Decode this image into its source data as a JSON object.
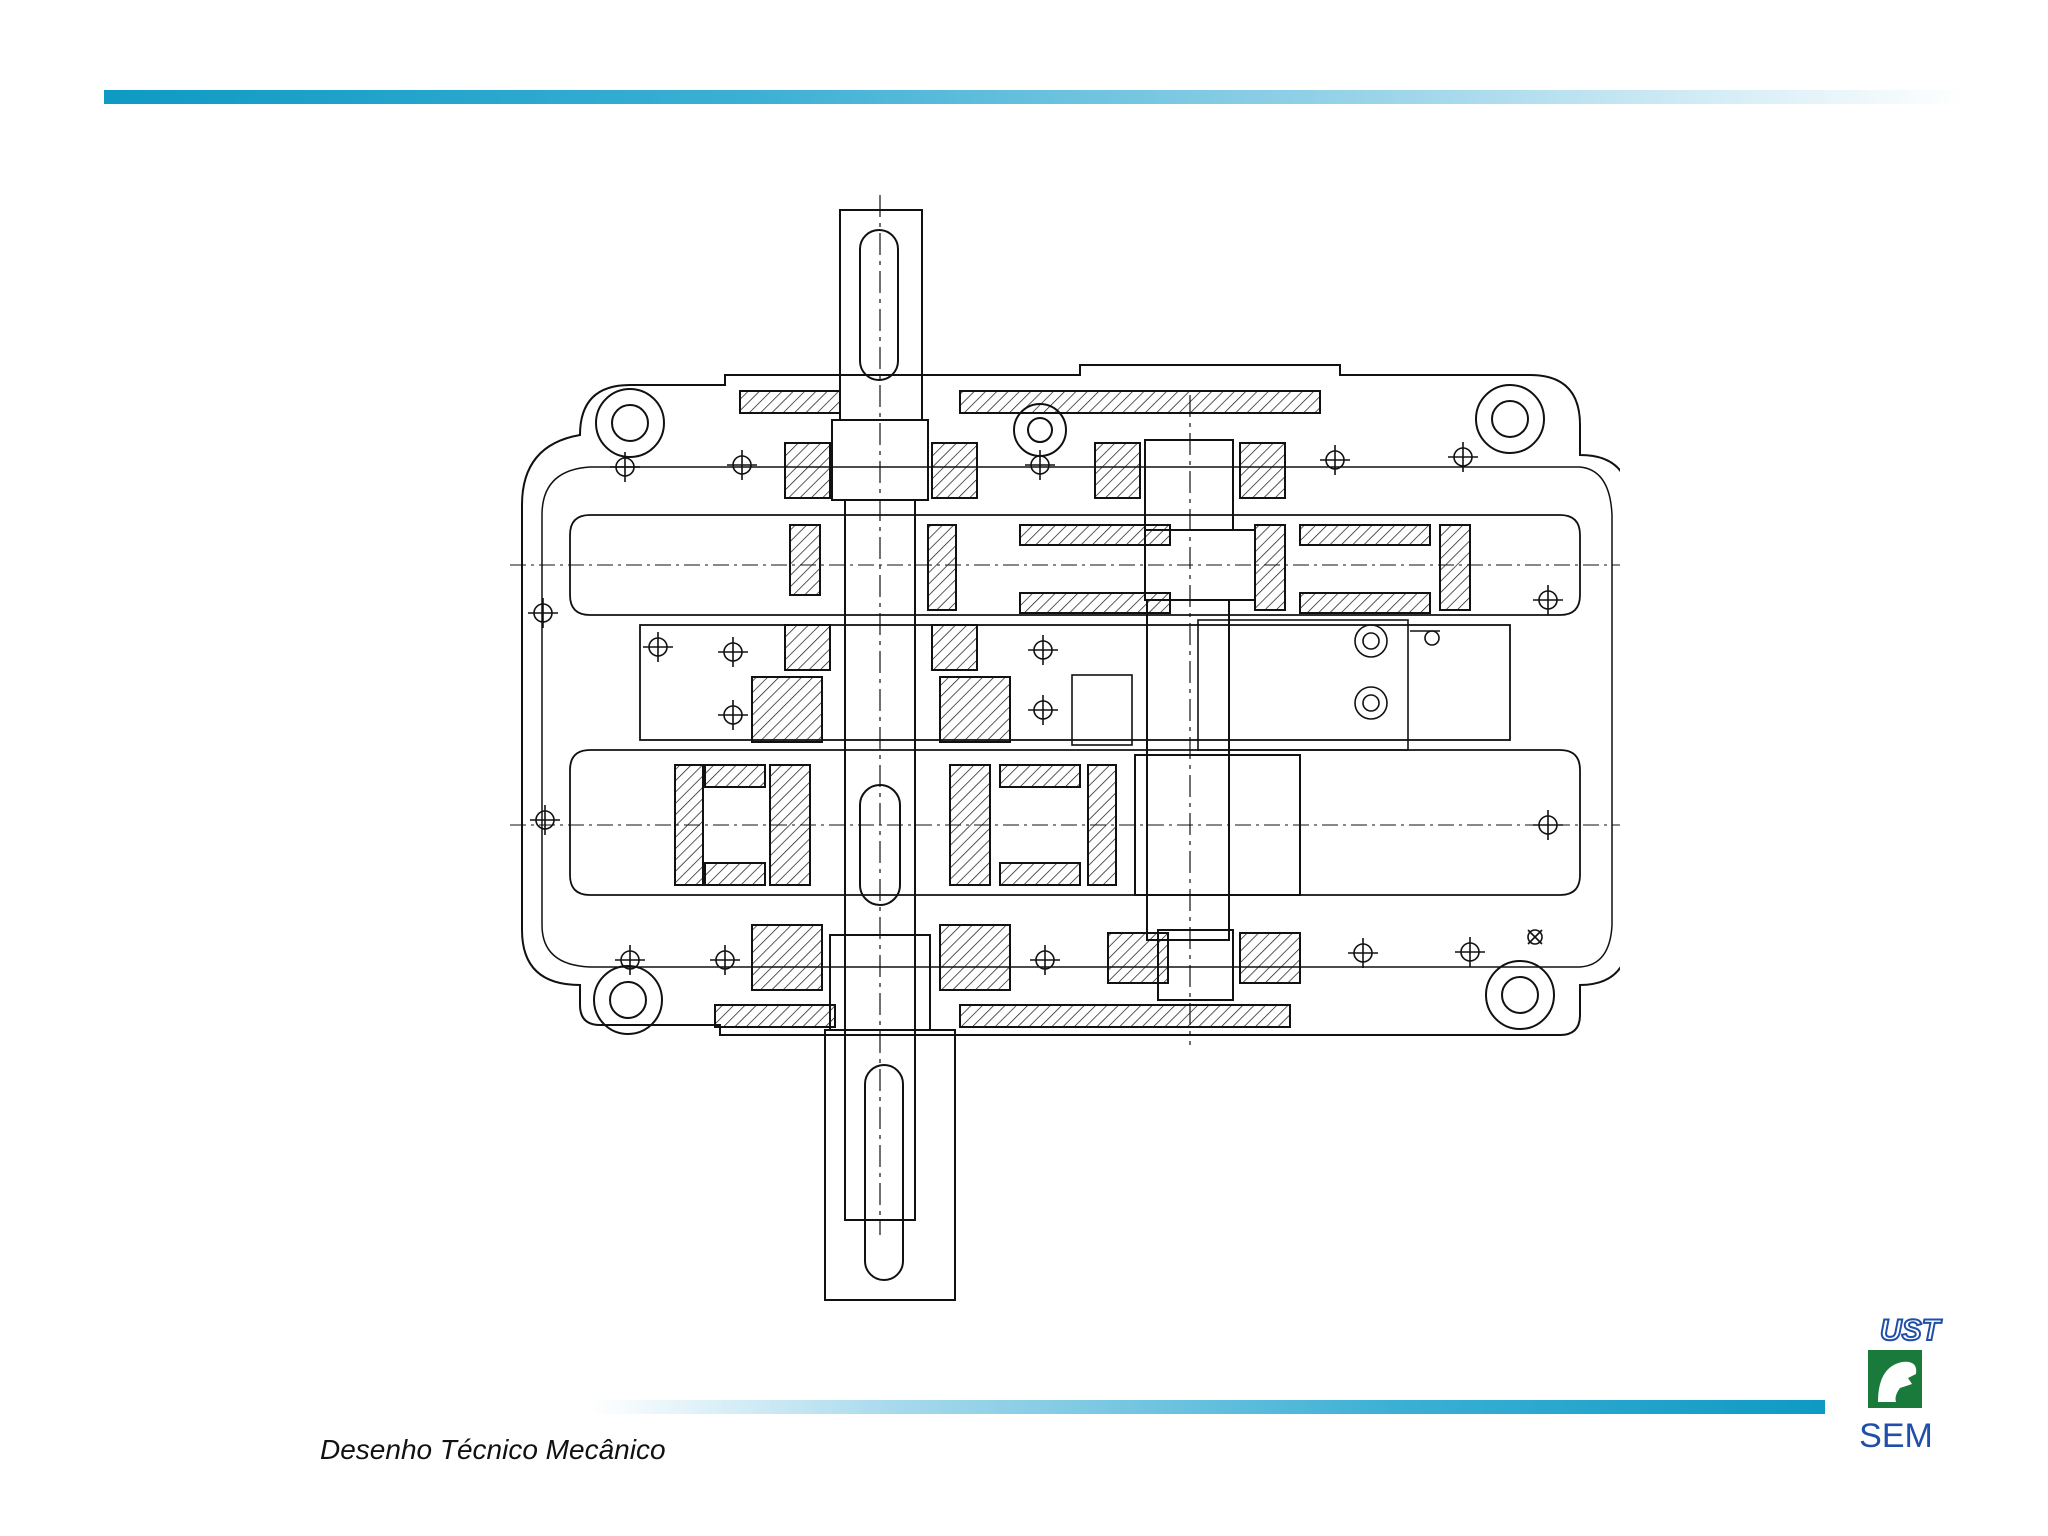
{
  "footer": {
    "title": "Desenho Técnico Mecânico"
  },
  "logo": {
    "top_text": "UST",
    "bottom_text": "SEM"
  },
  "colors": {
    "accent": "#0e9ac4",
    "logo_blue": "#1f4fa8",
    "logo_green": "#1a7a3c",
    "line": "#111111"
  }
}
